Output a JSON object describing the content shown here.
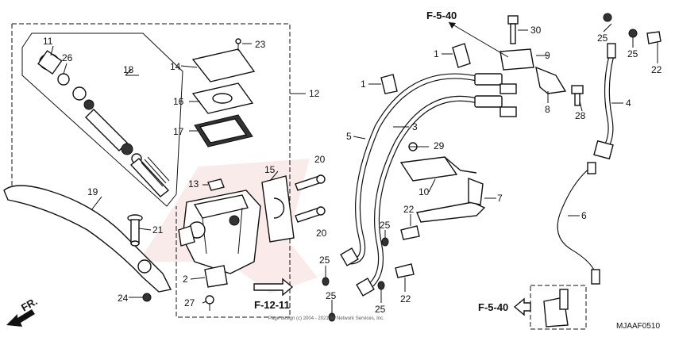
{
  "callouts": {
    "n1a": "1",
    "n1b": "1",
    "n2": "2",
    "n3": "3",
    "n4": "4",
    "n5": "5",
    "n6": "6",
    "n7": "7",
    "n8": "8",
    "n9": "9",
    "n10": "10",
    "n11": "11",
    "n12": "12",
    "n13": "13",
    "n14": "14",
    "n15": "15",
    "n16": "16",
    "n17": "17",
    "n18": "18",
    "n19": "19",
    "n20a": "20",
    "n20b": "20",
    "n21": "21",
    "n22a": "22",
    "n22b": "22",
    "n22c": "22",
    "n23": "23",
    "n24": "24",
    "n25a": "25",
    "n25b": "25",
    "n25c": "25",
    "n25d": "25",
    "n25e": "25",
    "n25f": "25",
    "n26": "26",
    "n27": "27",
    "n28": "28",
    "n29": "29",
    "n30": "30"
  },
  "refs": {
    "f540_top": "F-5-40",
    "f540_bottom": "F-5-40",
    "f1211": "F-12-11",
    "fr": "FR."
  },
  "diagram_code": "MJAAF0510",
  "copyright": "Page design (c) 2004 - 2021 Ari Network Services, Inc."
}
